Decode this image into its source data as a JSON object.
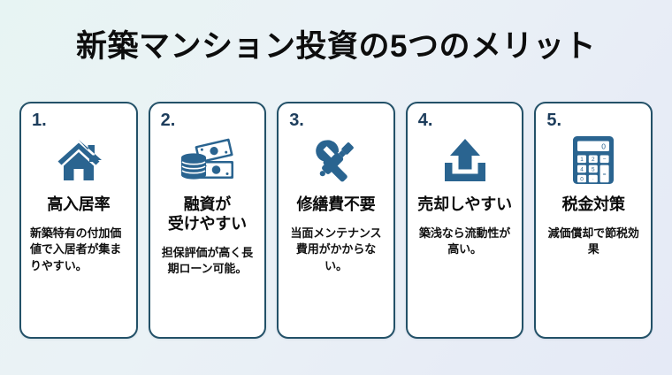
{
  "title": "新築マンション投資の5つのメリット",
  "theme": {
    "icon_color": "#2a6490",
    "card_border": "#235168",
    "number_color": "#1d3d5c",
    "heading_color": "#0b0b0b",
    "body_color": "#111111",
    "bg_from": "#e7f4f3",
    "bg_to": "#e5eaf6",
    "card_bg": "#ffffff"
  },
  "cards": [
    {
      "number": "1.",
      "icon": "house-icon",
      "heading": "高入居率",
      "body": "新築特有の付加価値で入居者が集まりやすい。",
      "body_align": "left"
    },
    {
      "number": "2.",
      "icon": "money-icon",
      "heading": "融資が\n受けやすい",
      "body": "担保評価が高く長期ローン可能。",
      "body_align": "center"
    },
    {
      "number": "3.",
      "icon": "tools-icon",
      "heading": "修繕費不要",
      "body": "当面メンテナンス費用がかからない。",
      "body_align": "center"
    },
    {
      "number": "4.",
      "icon": "upload-icon",
      "heading": "売却しやすい",
      "body": "築浅なら流動性が高い。",
      "body_align": "center"
    },
    {
      "number": "5.",
      "icon": "calculator-icon",
      "heading": "税金対策",
      "body": "減価償却で節税効果",
      "body_align": "center",
      "calculator_keys": [
        "1",
        "2",
        "−",
        "4",
        "5",
        "=",
        "0",
        "·"
      ],
      "calculator_display": "0"
    }
  ]
}
